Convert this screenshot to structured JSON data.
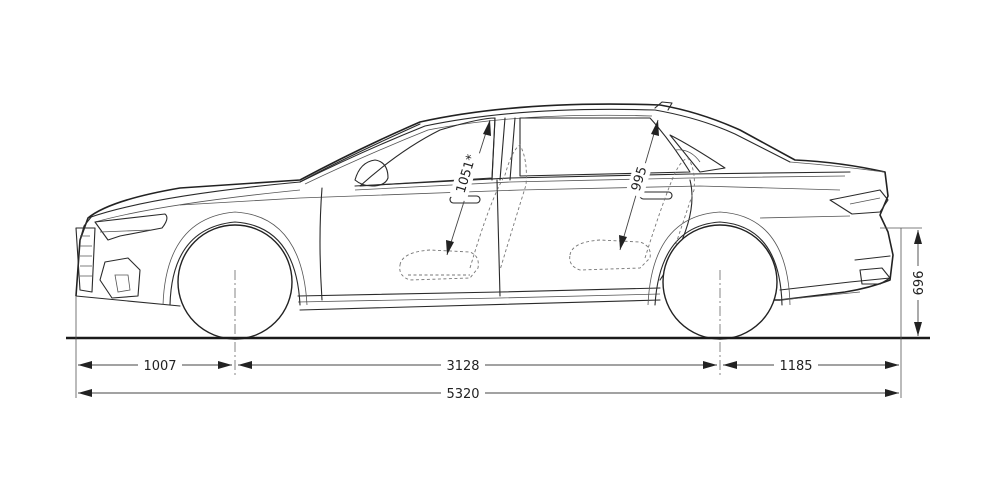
{
  "diagram": {
    "subject": "sedan side-view dimension drawing",
    "units": "mm",
    "colors": {
      "line": "#2a2a2a",
      "background": "#ffffff",
      "ground_line": "#1a1a1a"
    },
    "dimensions": {
      "front_overhang": {
        "label": "1007"
      },
      "wheelbase": {
        "label": "3128"
      },
      "rear_overhang": {
        "label": "1185"
      },
      "overall_length": {
        "label": "5320"
      },
      "rear_height": {
        "label": "696"
      },
      "front_headroom": {
        "label": "1051*"
      },
      "rear_headroom": {
        "label": "995"
      }
    }
  }
}
